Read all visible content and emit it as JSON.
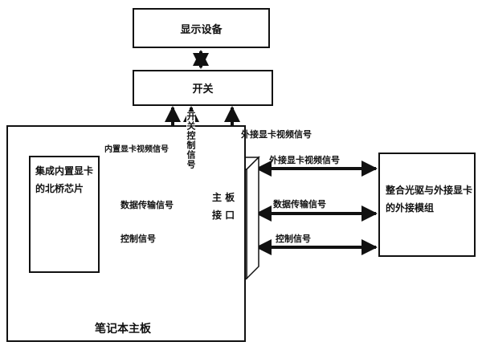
{
  "diagram": {
    "display_device": "显示设备",
    "switch": "开关",
    "notebook_board": "笔记本主板",
    "chip_box": "集成内置显卡的北桥芯片",
    "interface": {
      "line1": "主  板",
      "line2": "接  口"
    },
    "external_module": "整合光驱与外接显卡的外接模组",
    "switch_control_signal": "开关控制信号",
    "external_video_signal_top": "外接显卡视频信号",
    "internal_video_signal": "内置显卡视频信号",
    "data_signal_left": "数据传输信号",
    "control_signal_left": "控制信号",
    "external_video_signal_right": "外接显卡视频信号",
    "data_signal_right": "数据传输信号",
    "control_signal_right": "控制信号"
  },
  "colors": {
    "line": "#111111",
    "background": "#ffffff"
  }
}
